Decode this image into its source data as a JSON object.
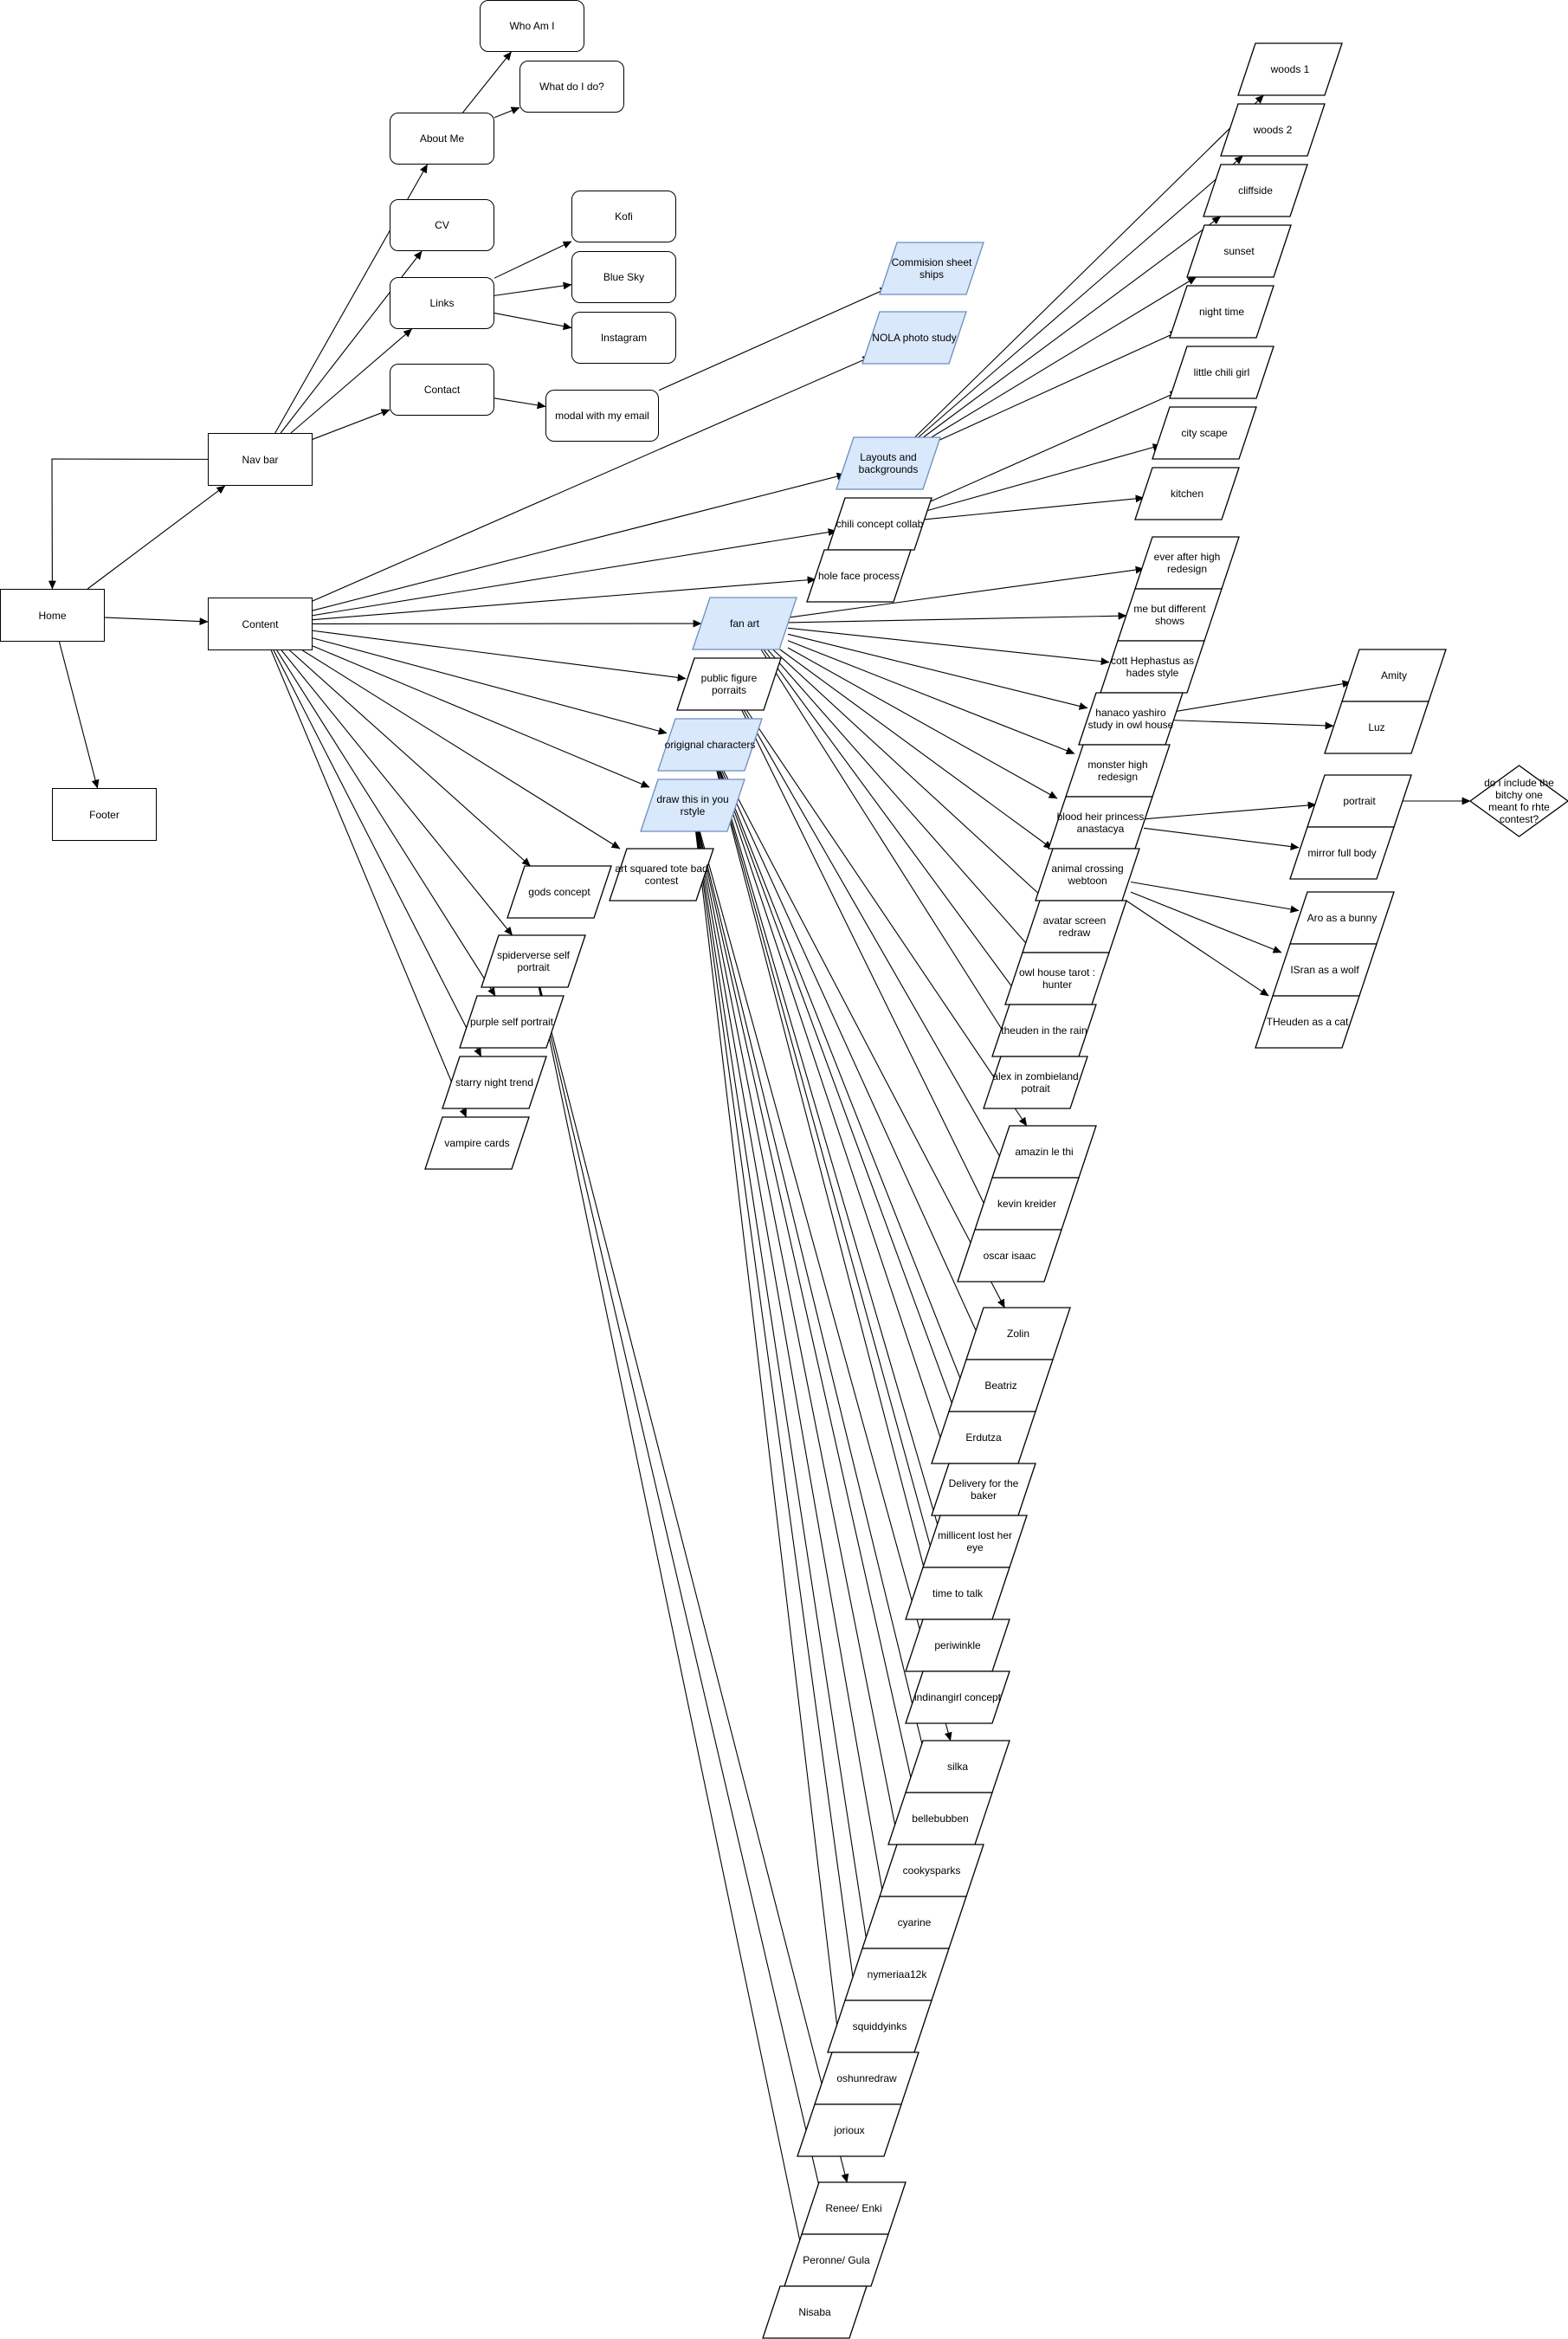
{
  "diagram": {
    "nodes": [
      {
        "id": "home",
        "label": "Home",
        "shape": "rect"
      },
      {
        "id": "navbar",
        "label": "Nav bar",
        "shape": "rect"
      },
      {
        "id": "content",
        "label": "Content",
        "shape": "rect"
      },
      {
        "id": "footer",
        "label": "Footer",
        "shape": "rect"
      },
      {
        "id": "whoami",
        "label": "Who Am I",
        "shape": "rounded"
      },
      {
        "id": "whatdo",
        "label": "What do I do?",
        "shape": "rounded"
      },
      {
        "id": "aboutme",
        "label": "About Me",
        "shape": "rounded"
      },
      {
        "id": "cv",
        "label": "CV",
        "shape": "rounded"
      },
      {
        "id": "kofi",
        "label": "Kofi",
        "shape": "rounded"
      },
      {
        "id": "bluesky",
        "label": "Blue Sky",
        "shape": "rounded"
      },
      {
        "id": "links",
        "label": "Links",
        "shape": "rounded"
      },
      {
        "id": "instagram",
        "label": "Instagram",
        "shape": "rounded"
      },
      {
        "id": "contact",
        "label": "Contact",
        "shape": "rounded"
      },
      {
        "id": "modal",
        "label": "modal with my email",
        "shape": "rounded"
      },
      {
        "id": "commission",
        "label": "Commision sheet ships",
        "shape": "para",
        "fill": "#dae8fc",
        "stroke": "#6c8ebf"
      },
      {
        "id": "nola",
        "label": "NOLA photo study",
        "shape": "para",
        "fill": "#dae8fc",
        "stroke": "#6c8ebf"
      },
      {
        "id": "layouts",
        "label": "Layouts and backgrounds",
        "shape": "para",
        "fill": "#dae8fc",
        "stroke": "#6c8ebf"
      },
      {
        "id": "chili",
        "label": "chili concept collab",
        "shape": "para"
      },
      {
        "id": "hole",
        "label": "hole face process",
        "shape": "para"
      },
      {
        "id": "fanart",
        "label": "fan art",
        "shape": "para",
        "fill": "#dae8fc",
        "stroke": "#6c8ebf"
      },
      {
        "id": "publicfig",
        "label": "public figure porraits",
        "shape": "para"
      },
      {
        "id": "original",
        "label": "origignal characters",
        "shape": "para",
        "fill": "#dae8fc",
        "stroke": "#6c8ebf"
      },
      {
        "id": "drawthis",
        "label": "draw this in you rstyle",
        "shape": "para",
        "fill": "#dae8fc",
        "stroke": "#6c8ebf"
      },
      {
        "id": "artsquared",
        "label": "art squared tote bad contest",
        "shape": "para"
      },
      {
        "id": "gods",
        "label": "gods concept",
        "shape": "para"
      },
      {
        "id": "spiderverse",
        "label": "spiderverse self portrait",
        "shape": "para"
      },
      {
        "id": "purple",
        "label": "purple self portrait",
        "shape": "para"
      },
      {
        "id": "starry",
        "label": "starry night trend",
        "shape": "para"
      },
      {
        "id": "vampire",
        "label": "vampire cards",
        "shape": "para"
      },
      {
        "id": "woods1",
        "label": "woods 1",
        "shape": "para"
      },
      {
        "id": "woods2",
        "label": "woods 2",
        "shape": "para"
      },
      {
        "id": "cliffside",
        "label": "cliffside",
        "shape": "para"
      },
      {
        "id": "sunset",
        "label": "sunset",
        "shape": "para"
      },
      {
        "id": "nighttime",
        "label": "night time",
        "shape": "para"
      },
      {
        "id": "littlechili",
        "label": "little chili girl",
        "shape": "para"
      },
      {
        "id": "cityscape",
        "label": "city scape",
        "shape": "para"
      },
      {
        "id": "kitchen",
        "label": "kitchen",
        "shape": "para"
      },
      {
        "id": "everafter",
        "label": "ever after high redesign",
        "shape": "para"
      },
      {
        "id": "mebut",
        "label": "me but different shows",
        "shape": "para"
      },
      {
        "id": "hephastus",
        "label": "cott Hephastus as hades style",
        "shape": "para"
      },
      {
        "id": "hanaco",
        "label": "hanaco yashiro study in owl house",
        "shape": "para"
      },
      {
        "id": "monsterhigh",
        "label": "monster high redesign",
        "shape": "para"
      },
      {
        "id": "bloodheir",
        "label": "blood heir princess anastacya",
        "shape": "para"
      },
      {
        "id": "animalcrossing",
        "label": "animal crossing webtoon",
        "shape": "para"
      },
      {
        "id": "avatar",
        "label": "avatar screen redraw",
        "shape": "para"
      },
      {
        "id": "owltarot",
        "label": "owl house tarot : hunter",
        "shape": "para"
      },
      {
        "id": "theuden",
        "label": "theuden in the rain",
        "shape": "para"
      },
      {
        "id": "alexzombie",
        "label": "alex in zombieland potrait",
        "shape": "para"
      },
      {
        "id": "amity",
        "label": "Amity",
        "shape": "para"
      },
      {
        "id": "luz",
        "label": "Luz",
        "shape": "para"
      },
      {
        "id": "portrait",
        "label": "portrait",
        "shape": "para"
      },
      {
        "id": "mirror",
        "label": "mirror full body",
        "shape": "para"
      },
      {
        "id": "question",
        "label": "do i include the bitchy one meant fo rhte contest?",
        "shape": "diamond"
      },
      {
        "id": "aro",
        "label": "Aro as a bunny",
        "shape": "para"
      },
      {
        "id": "isran",
        "label": "ISran as a wolf",
        "shape": "para"
      },
      {
        "id": "theudencat",
        "label": "THeuden as a cat",
        "shape": "para"
      },
      {
        "id": "amazin",
        "label": "amazin le thi",
        "shape": "para"
      },
      {
        "id": "kevin",
        "label": "kevin kreider",
        "shape": "para"
      },
      {
        "id": "oscar",
        "label": "oscar isaac",
        "shape": "para"
      },
      {
        "id": "zolin",
        "label": "Zolin",
        "shape": "para"
      },
      {
        "id": "beatriz",
        "label": "Beatriz",
        "shape": "para"
      },
      {
        "id": "erdutza",
        "label": "Erdutza",
        "shape": "para"
      },
      {
        "id": "delivery",
        "label": "Delivery for the baker",
        "shape": "para"
      },
      {
        "id": "millicent",
        "label": "millicent lost her eye",
        "shape": "para"
      },
      {
        "id": "timetotalk",
        "label": "time to talk",
        "shape": "para"
      },
      {
        "id": "periwinkle",
        "label": "periwinkle",
        "shape": "para"
      },
      {
        "id": "indian",
        "label": "indinangirl concept",
        "shape": "para"
      },
      {
        "id": "silka",
        "label": "silka",
        "shape": "para"
      },
      {
        "id": "bellebubben",
        "label": "bellebubben",
        "shape": "para"
      },
      {
        "id": "cookysparks",
        "label": "cookysparks",
        "shape": "para"
      },
      {
        "id": "cyarine",
        "label": "cyarine",
        "shape": "para"
      },
      {
        "id": "nymeriaa",
        "label": "nymeriaa12k",
        "shape": "para"
      },
      {
        "id": "squiddy",
        "label": "squiddyinks",
        "shape": "para"
      },
      {
        "id": "oshun",
        "label": "oshunredraw",
        "shape": "para"
      },
      {
        "id": "jorioux",
        "label": "jorioux",
        "shape": "para"
      },
      {
        "id": "renee",
        "label": "Renee/ Enki",
        "shape": "para"
      },
      {
        "id": "peronne",
        "label": "Peronne/ Gula",
        "shape": "para"
      },
      {
        "id": "nisaba",
        "label": "Nisaba",
        "shape": "para"
      }
    ]
  }
}
